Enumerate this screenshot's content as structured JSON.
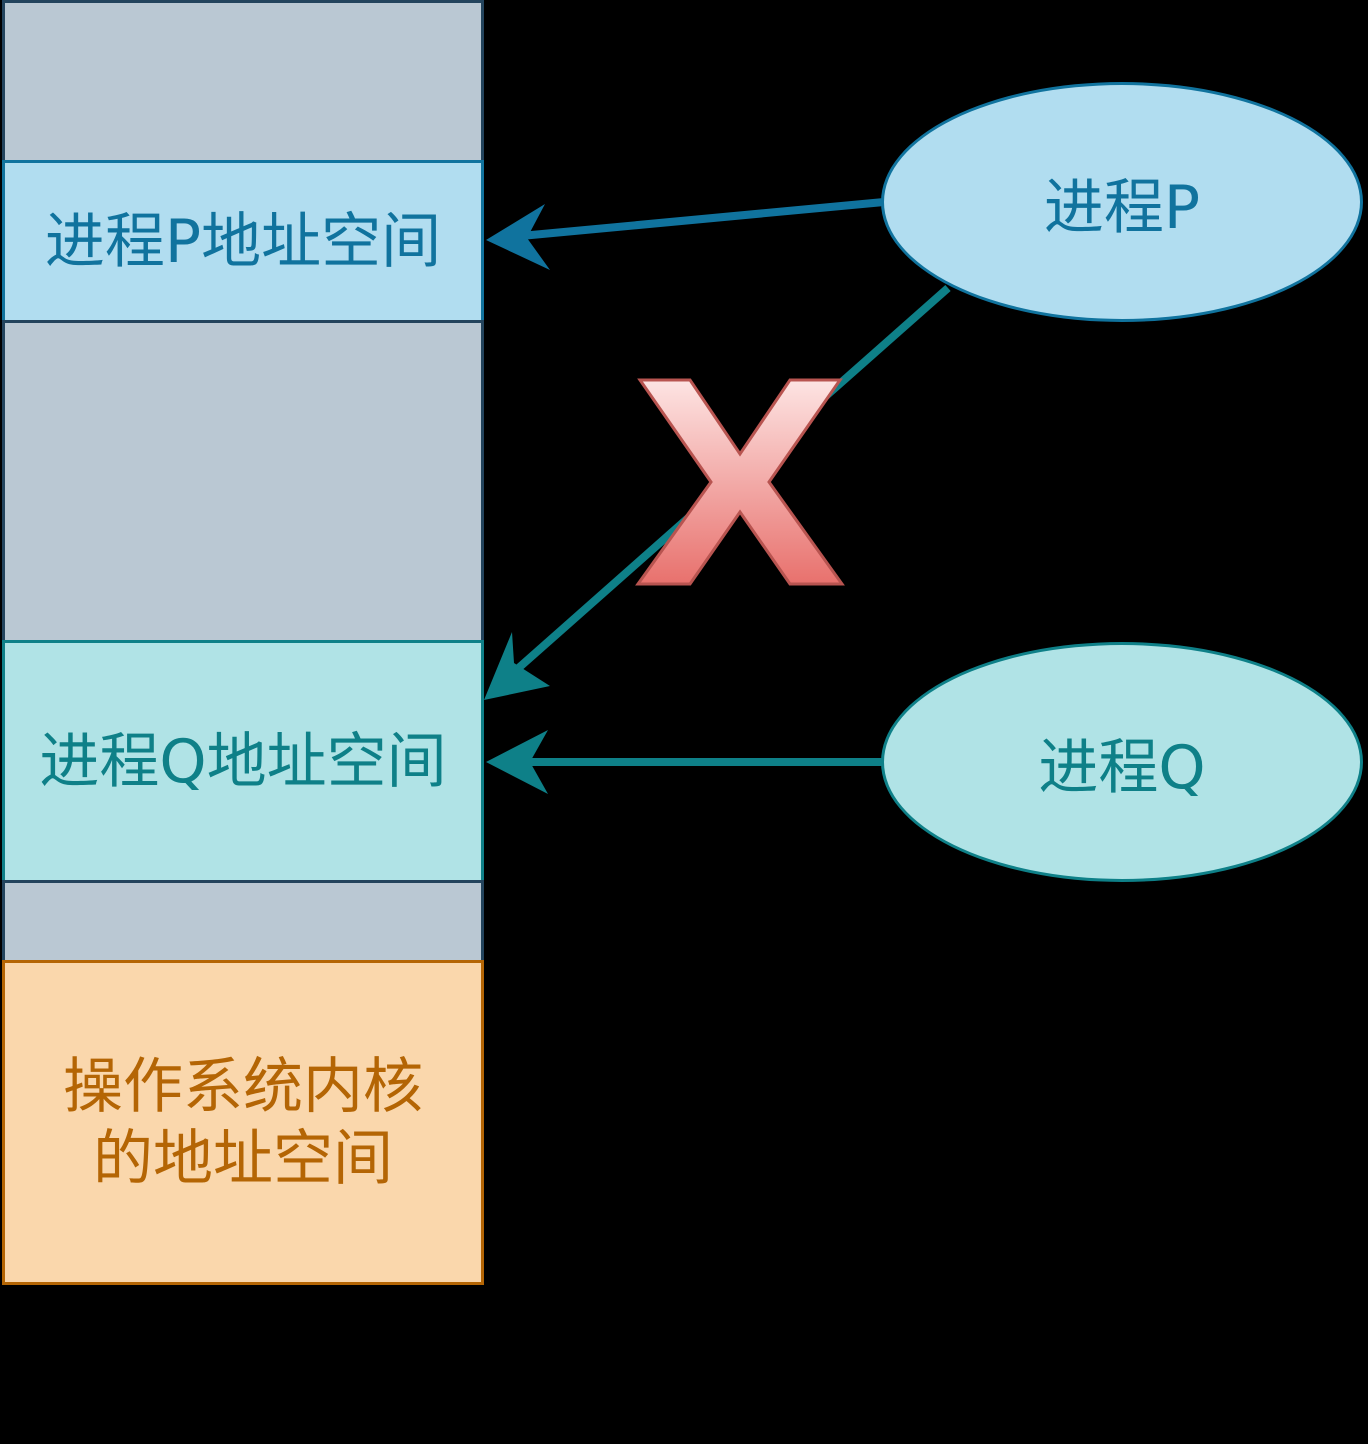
{
  "memory": {
    "process_p_space": "进程P地址空间",
    "process_q_space": "进程Q地址空间",
    "kernel_space_line1": "操作系统内核",
    "kernel_space_line2": "的地址空间"
  },
  "processes": {
    "p": "进程P",
    "q": "进程Q"
  },
  "colors": {
    "free_fill": "#bac8d3",
    "free_border": "#23445d",
    "p_fill": "#b1ddf0",
    "p_stroke": "#10739e",
    "q_fill": "#b0e3e6",
    "q_stroke": "#0e8088",
    "kernel_fill": "#fad7ac",
    "kernel_stroke": "#b46504",
    "forbidden_fill": "#f19c99",
    "forbidden_stroke": "#b85450"
  },
  "icons": {
    "forbidden": "forbidden-x-icon"
  }
}
